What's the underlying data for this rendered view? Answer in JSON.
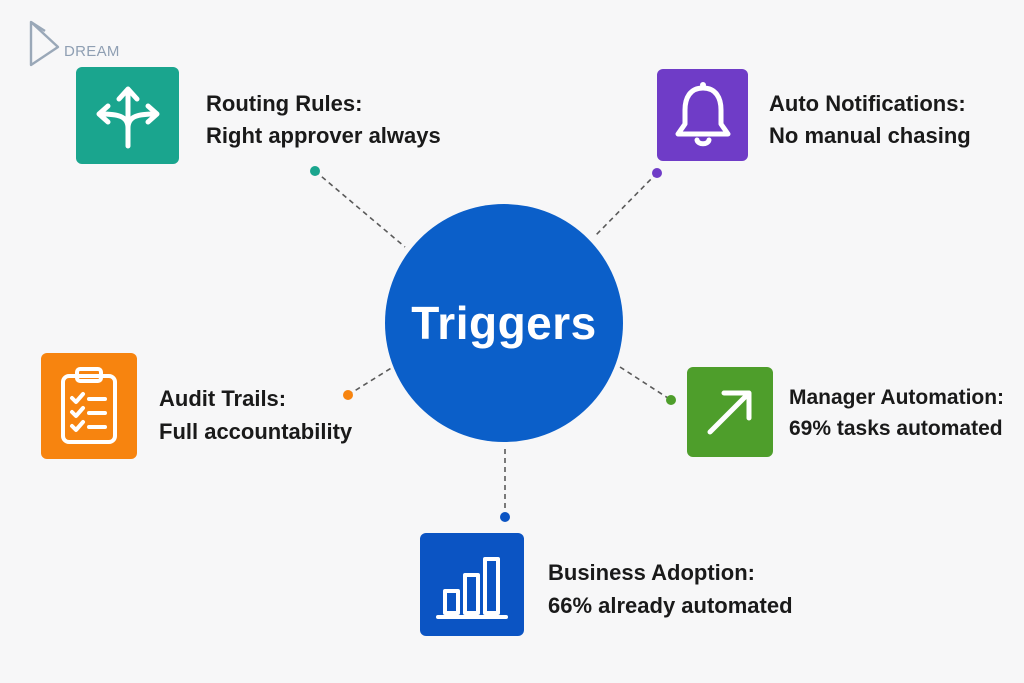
{
  "logo": {
    "text": "DREAM"
  },
  "hub": {
    "label": "Triggers",
    "color": "#0b5fc9"
  },
  "nodes": [
    {
      "id": "routing",
      "title": "Routing Rules:",
      "subtitle": "Right approver always",
      "icon": "split-arrows-icon",
      "color": "#1aa58e"
    },
    {
      "id": "notif",
      "title": "Auto Notifications:",
      "subtitle": "No manual chasing",
      "icon": "bell-icon",
      "color": "#6f3cc7"
    },
    {
      "id": "audit",
      "title": "Audit Trails:",
      "subtitle": "Full accountability",
      "icon": "clipboard-checklist-icon",
      "color": "#f7840f"
    },
    {
      "id": "manager",
      "title": "Manager Automation:",
      "subtitle": "69% tasks automated",
      "icon": "diagonal-arrow-icon",
      "color": "#4e9e2b"
    },
    {
      "id": "adoption",
      "title": "Business Adoption:",
      "subtitle": "66% already automated",
      "icon": "bar-chart-icon",
      "color": "#0b54c3"
    }
  ]
}
